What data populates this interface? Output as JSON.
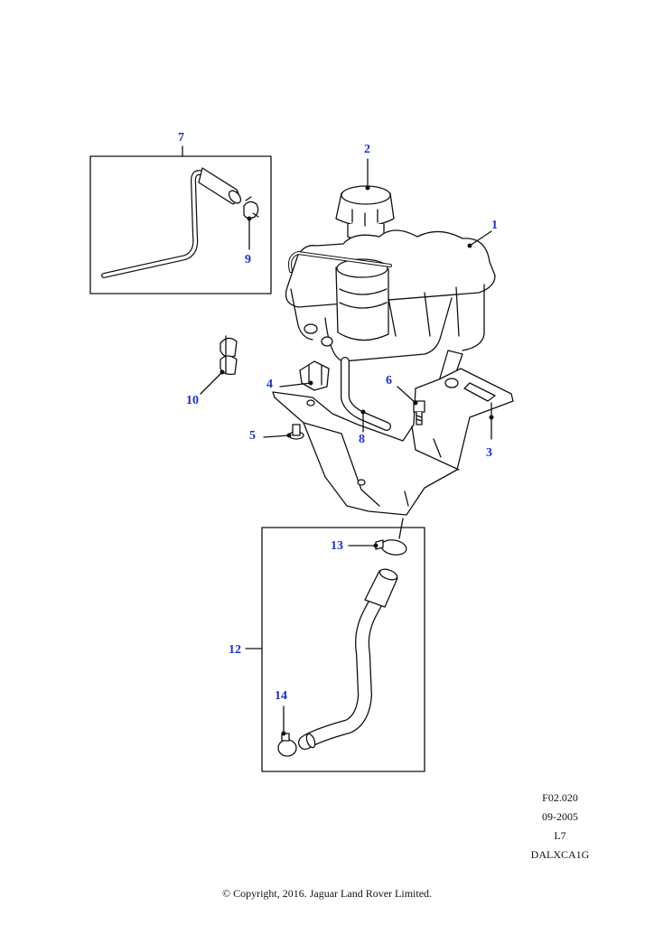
{
  "callouts": {
    "c1": "1",
    "c2": "2",
    "c3": "3",
    "c4": "4",
    "c5": "5",
    "c6": "6",
    "c7": "7",
    "c8": "8",
    "c9": "9",
    "c10": "10",
    "c12": "12",
    "c13": "13",
    "c14": "14"
  },
  "meta": {
    "code": "F02.020",
    "date": "09-2005",
    "level": "L7",
    "ref": "DALXCA1G"
  },
  "copyright": "© Copyright, 2016. Jaguar Land Rover Limited.",
  "colors": {
    "callout": "#1a2fd6",
    "line": "#111111",
    "fill": "#ffffff"
  }
}
